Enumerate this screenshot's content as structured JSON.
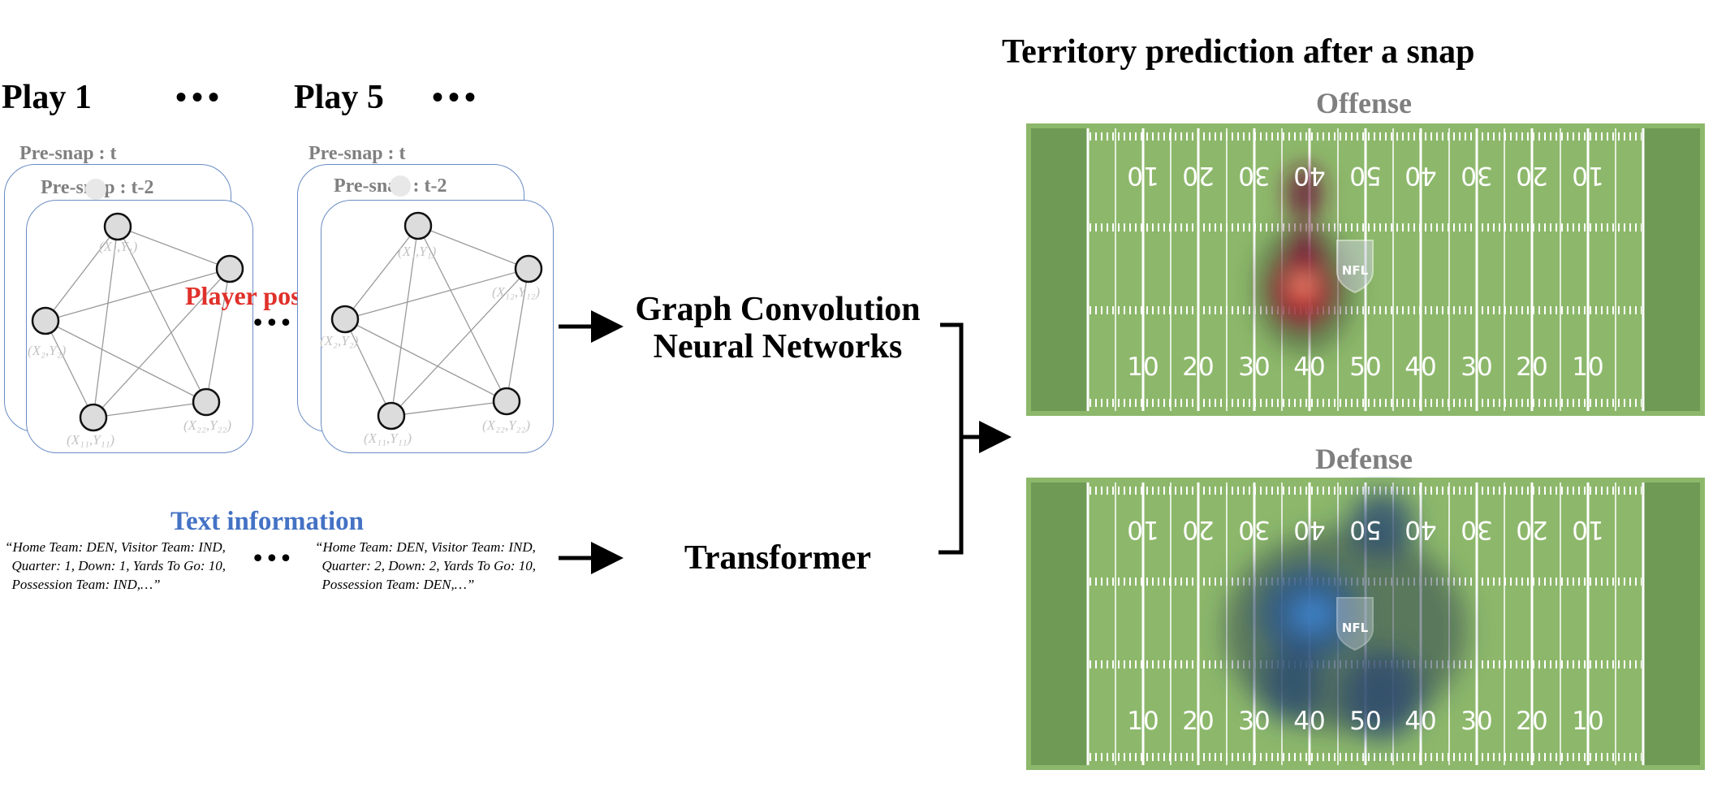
{
  "left": {
    "play1_label": "Play 1",
    "play5_label": "Play 5",
    "ellipsis": "•••",
    "presnap_t": "Pre-snap : t",
    "presnap_t2": "Pre-snap : t-2",
    "player_position": "Player position",
    "text_information": "Text information",
    "quote1": "“Home Team: DEN, Visitor Team: IND,\n  Quarter: 1, Down: 1, Yards To Go: 10,\n  Possession Team: IND,…”",
    "quote5": "“Home Team: DEN, Visitor Team: IND,\n  Quarter: 2, Down: 2, Yards To Go: 10,\n  Possession Team: DEN,…”",
    "colors": {
      "player_position": "#e0302a",
      "text_information": "#4472c4",
      "card_border": "#6a8cc4"
    }
  },
  "middle": {
    "gcn_line1": "Graph Convolution",
    "gcn_line2": "Neural Networks",
    "transformer": "Transformer"
  },
  "right": {
    "title": "Territory  prediction after a snap",
    "offense_label": "Offense",
    "defense_label": "Defense",
    "logo_text": "NFL",
    "field_numbers_bottom": [
      "10",
      "20",
      "30",
      "40",
      "50",
      "40",
      "30",
      "20",
      "10"
    ],
    "field_numbers_top": [
      "10",
      "20",
      "30",
      "40",
      "50",
      "40",
      "30",
      "20",
      "10"
    ],
    "colors": {
      "field": "#8db86b",
      "endzone": "#6f9a55",
      "offense_heat": "#e23b2e",
      "defense_heat": "#3f86d0"
    }
  }
}
